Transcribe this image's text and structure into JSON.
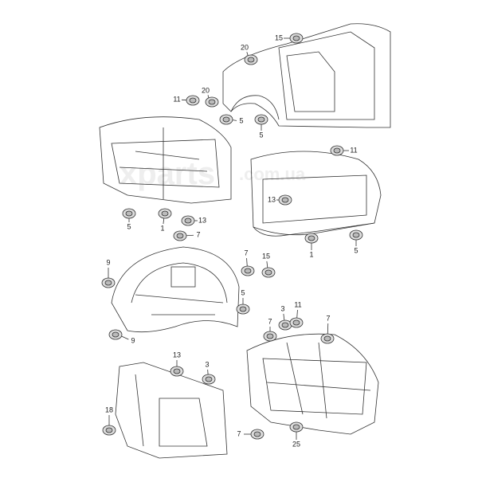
{
  "watermark": {
    "main": "xparts",
    "sub": ".com.ua"
  },
  "callouts": [
    "15",
    "20",
    "20",
    "11",
    "5",
    "5",
    "11",
    "13",
    "5",
    "1",
    "13",
    "7",
    "1",
    "5",
    "9",
    "7",
    "15",
    "5",
    "9",
    "3",
    "11",
    "7",
    "7",
    "13",
    "3",
    "18",
    "7",
    "25"
  ]
}
